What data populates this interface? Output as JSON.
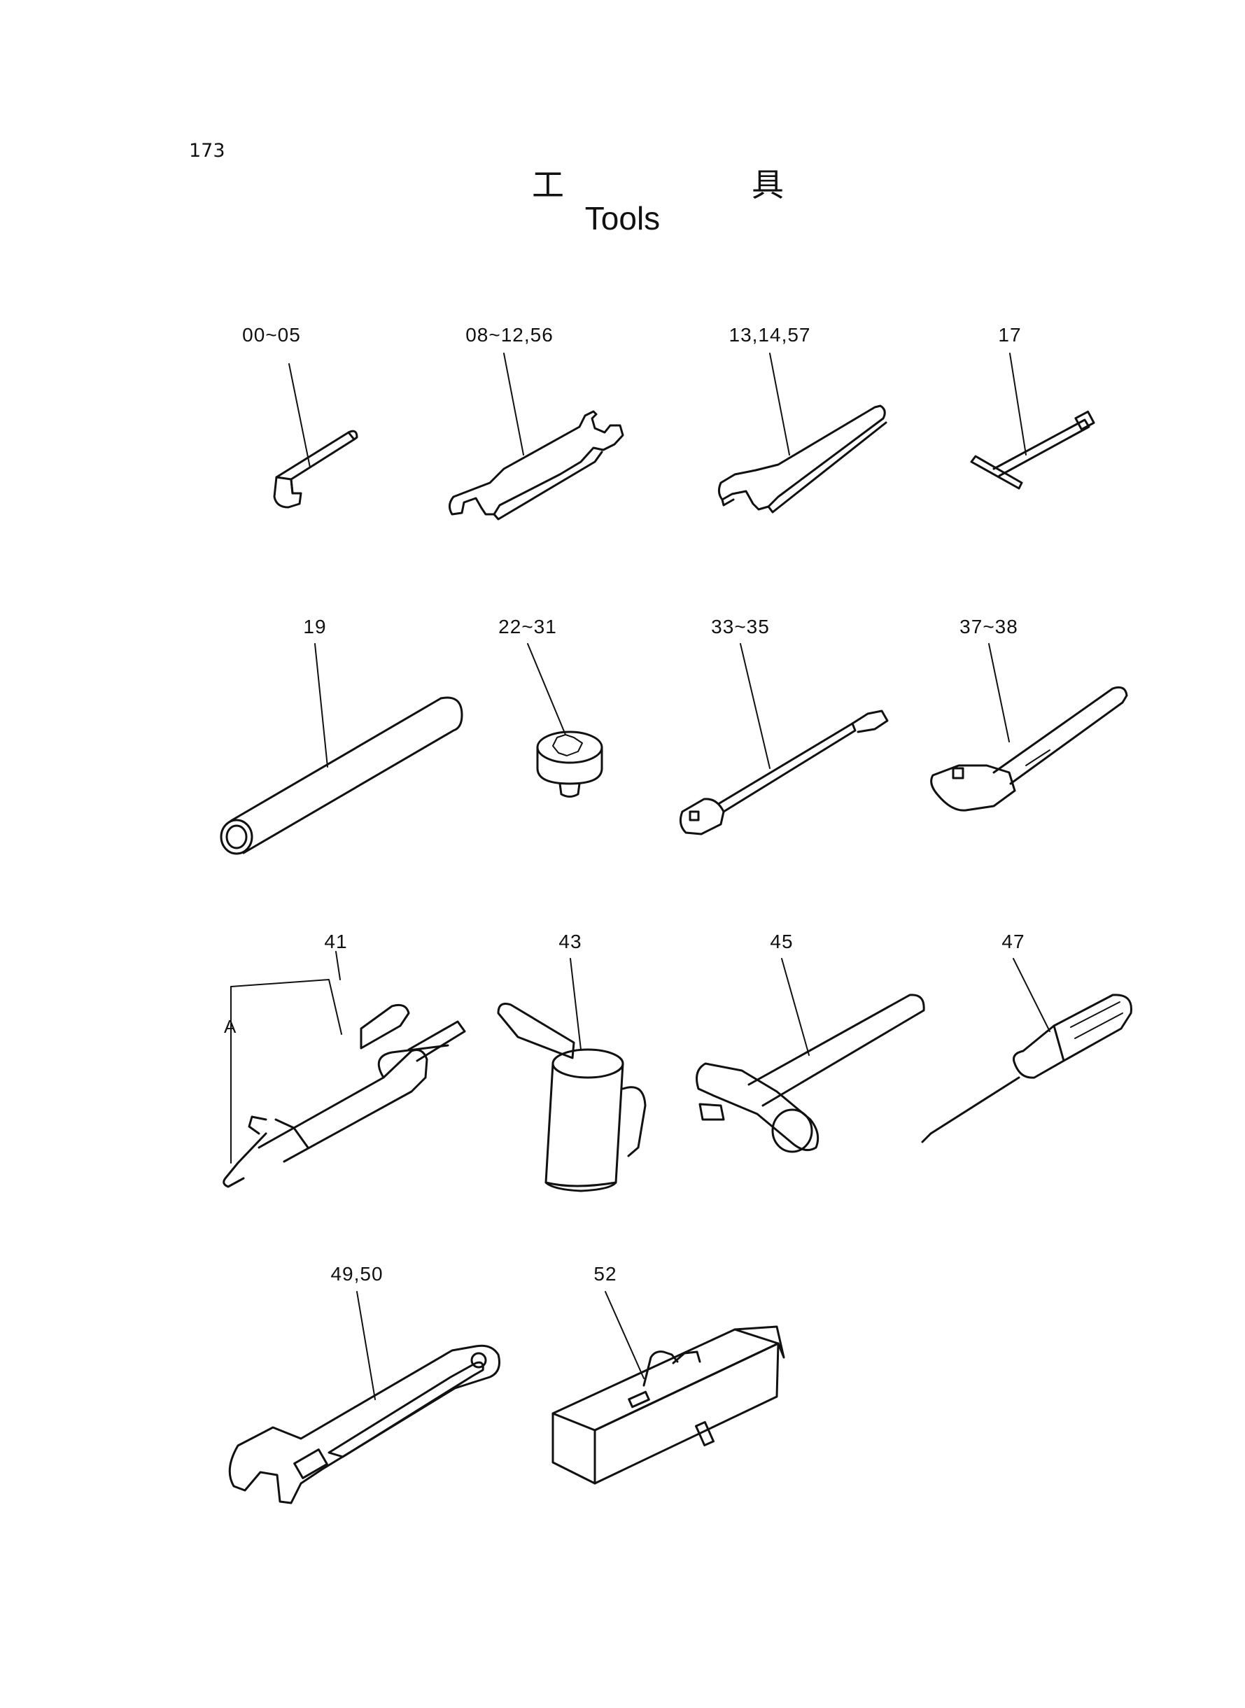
{
  "page": {
    "number": "173"
  },
  "title": {
    "jp_char_1": "工",
    "jp_char_2": "具",
    "en": "Tools"
  },
  "parts": [
    {
      "id": "hex-key",
      "callout": "00~05"
    },
    {
      "id": "double-open-wrench",
      "callout": "08~12,56"
    },
    {
      "id": "single-open-wrench",
      "callout": "13,14,57"
    },
    {
      "id": "t-handle-wrench",
      "callout": "17"
    },
    {
      "id": "pipe",
      "callout": "19"
    },
    {
      "id": "socket",
      "callout": "22~31"
    },
    {
      "id": "extension-bar",
      "callout": "33~35"
    },
    {
      "id": "ratchet-handle",
      "callout": "37~38"
    },
    {
      "id": "grease-gun",
      "callout": "41"
    },
    {
      "id": "oil-can",
      "callout": "43"
    },
    {
      "id": "hammer",
      "callout": "45"
    },
    {
      "id": "screwdriver",
      "callout": "47"
    },
    {
      "id": "adjustable-wrench",
      "callout": "49,50"
    },
    {
      "id": "tool-box",
      "callout": "52"
    }
  ],
  "grease_gun_subpart": {
    "label": "A"
  }
}
